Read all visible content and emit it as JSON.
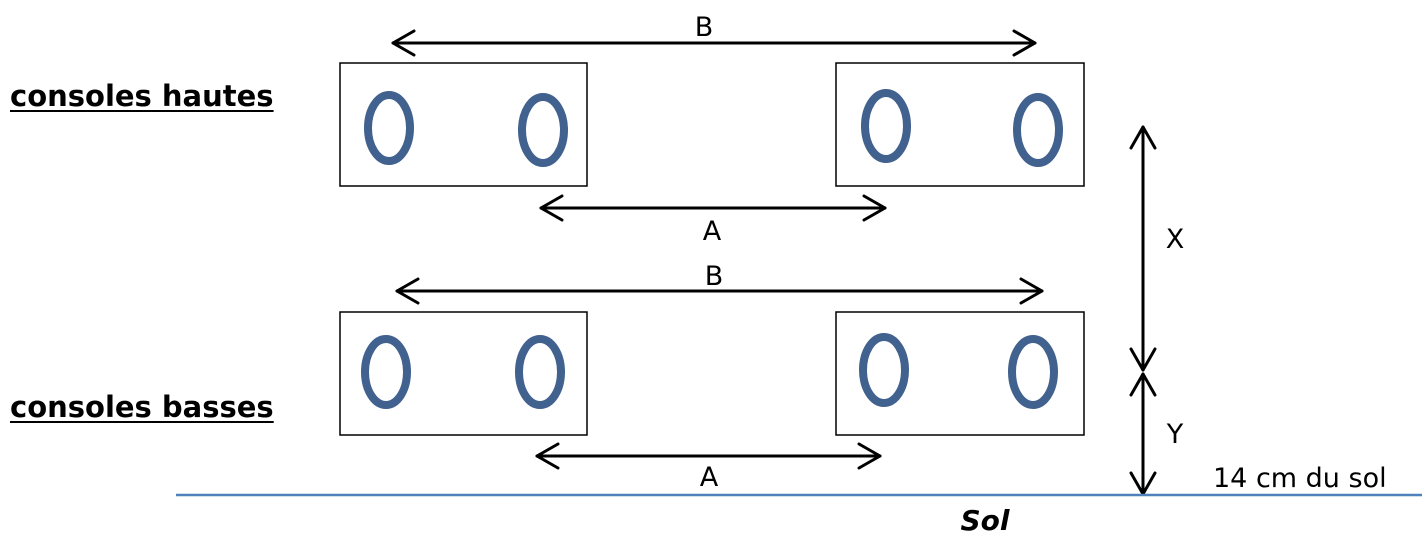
{
  "labels": {
    "top_row": "consoles hautes",
    "bottom_row": "consoles basses"
  },
  "dimensions": {
    "top_b": "B",
    "top_a": "A",
    "bottom_b": "B",
    "bottom_a": "A",
    "x": "X",
    "y": "Y"
  },
  "floor": {
    "label": "Sol",
    "height_note": "14 cm du sol"
  },
  "colors": {
    "hole": "#41618e",
    "floor_line": "#4f81bd",
    "line": "#000000"
  }
}
